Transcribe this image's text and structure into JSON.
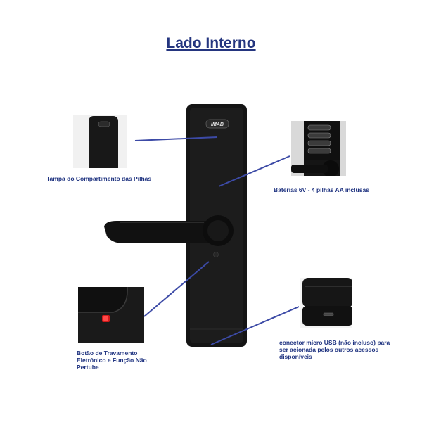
{
  "title": "Lado Interno",
  "brand_logo_text": "IMAB",
  "callouts": {
    "battery_cover": "Tampa do Compartimento das Pilhas",
    "batteries": "Baterias 6V - 4 pilhas AA inclusas",
    "lock_button": "Botão de Travamento Eletrônico e Função Não Pertube",
    "usb_connector": "conector micro USB (não incluso) para ser acionada pelos outros acessos disponíveis"
  },
  "colors": {
    "title": "#24357f",
    "label": "#1f3380",
    "leader_line": "#3c4aa6",
    "lock_body": "#151515",
    "button_red": "#d11a1a"
  }
}
